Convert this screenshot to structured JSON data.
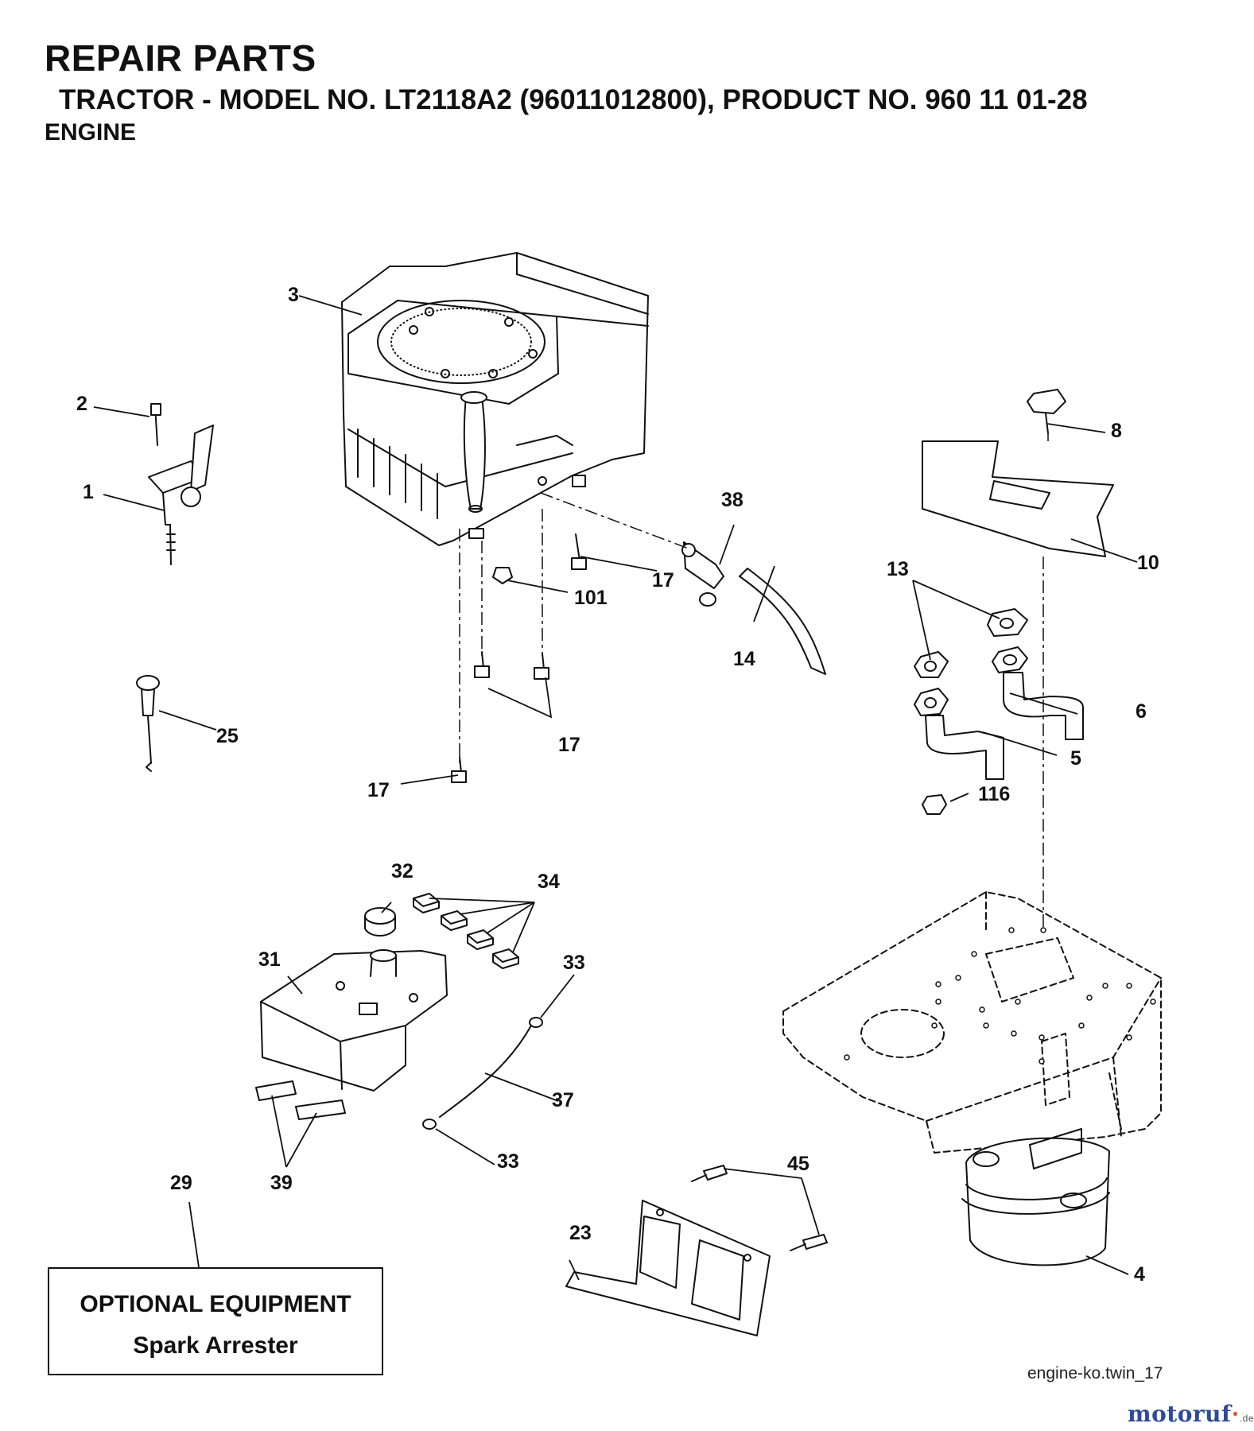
{
  "header": {
    "title": "REPAIR PARTS",
    "subtitle": "TRACTOR - MODEL NO. LT2118A2 (96011012800),  PRODUCT NO. 960 11 01-28",
    "section": "ENGINE"
  },
  "parts": {
    "p1": "1",
    "p2": "2",
    "p3": "3",
    "p4": "4",
    "p5": "5",
    "p6": "6",
    "p8": "8",
    "p10": "10",
    "p13": "13",
    "p14": "14",
    "p17a": "17",
    "p17b": "17",
    "p17c": "17",
    "p23": "23",
    "p25": "25",
    "p29": "29",
    "p31": "31",
    "p32": "32",
    "p33a": "33",
    "p33b": "33",
    "p34": "34",
    "p37": "37",
    "p38": "38",
    "p39": "39",
    "p45": "45",
    "p101": "101",
    "p116": "116"
  },
  "optional_box": {
    "title": "OPTIONAL EQUIPMENT",
    "item": "Spark Arrester"
  },
  "figure_id": "engine-ko.twin_17",
  "watermark": {
    "name": "motoruf",
    "suffix": ".de"
  },
  "colors": {
    "ink": "#111111",
    "watermark_blue": "#2b4aa0",
    "watermark_orange": "#e05a1a"
  }
}
